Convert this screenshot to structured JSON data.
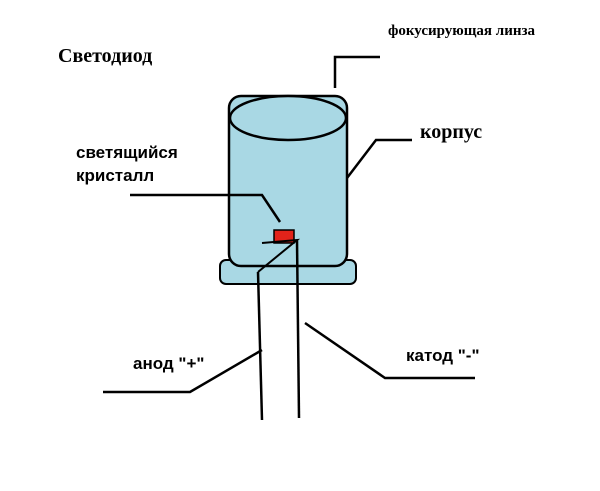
{
  "title": "Светодиод",
  "labels": {
    "lens": "фокусирующая линза",
    "body": "корпус",
    "crystal_line1": "светящийся",
    "crystal_line2": "кристалл",
    "anode": "анод \"+\"",
    "cathode": "катод \"-\""
  },
  "colors": {
    "body_fill": "#a9d8e4",
    "crystal": "#e2231a",
    "outline": "#000000",
    "background": "#ffffff"
  }
}
